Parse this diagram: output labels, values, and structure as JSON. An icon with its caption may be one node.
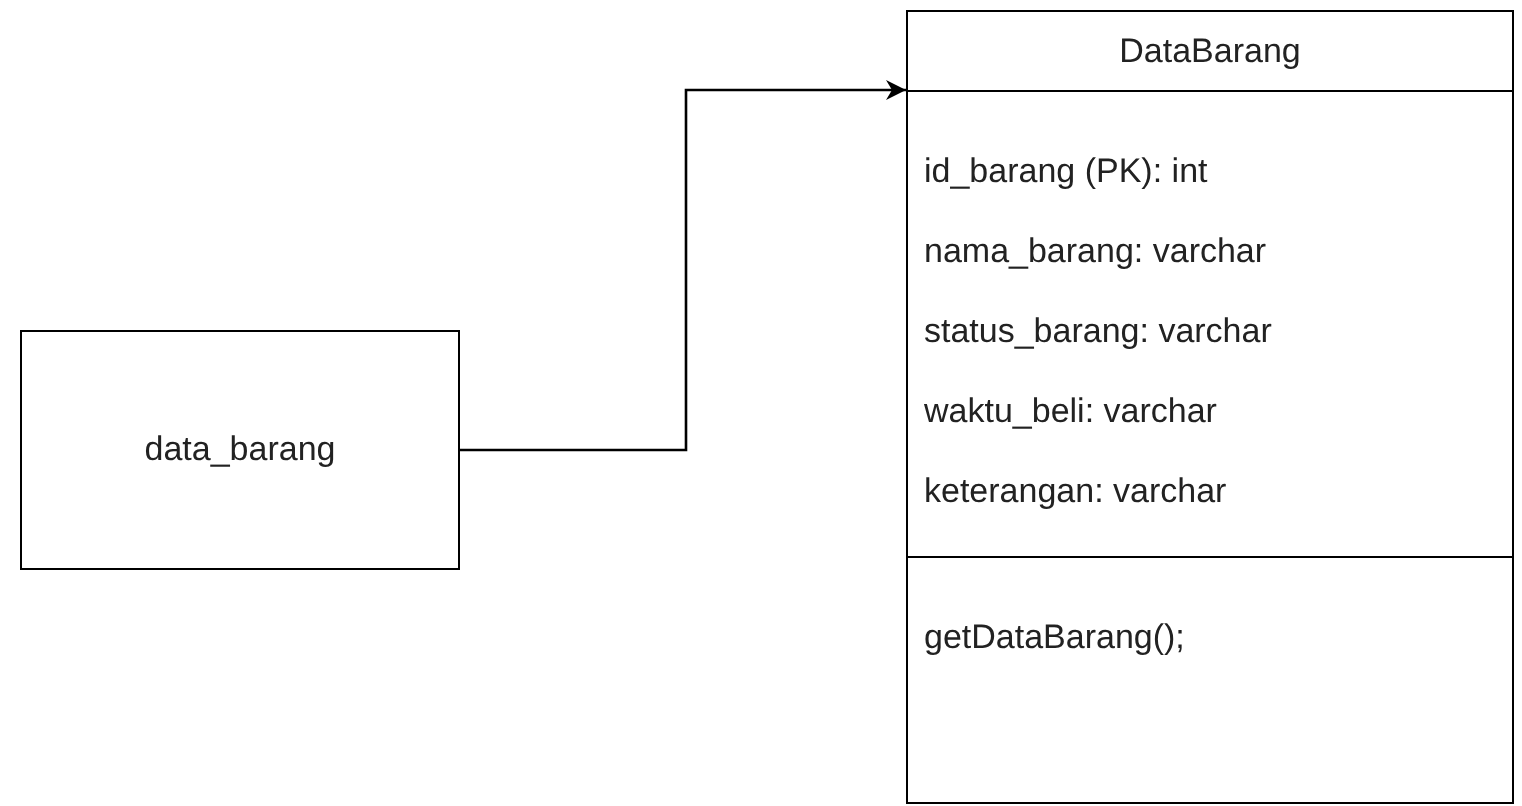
{
  "diagram": {
    "nodes": [
      {
        "text": [
          "data_barang"
        ]
      },
      {
        "text": [
          "DataBarang",
          "id_barang (PK): int",
          "nama_barang: varchar",
          "status_barang: varchar",
          "waktu_beli: varchar",
          "keterangan: varchar",
          "getDataBarang();"
        ]
      }
    ],
    "edges": [
      {
        "from": 0,
        "to": 1,
        "arrow": "to"
      }
    ]
  }
}
